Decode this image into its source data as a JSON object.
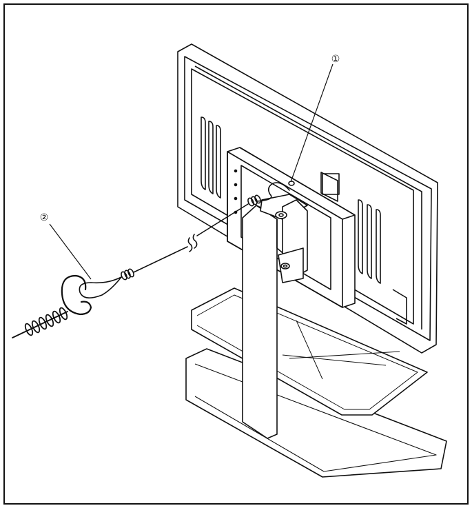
{
  "callouts": [
    {
      "id": "1",
      "label": "①"
    },
    {
      "id": "2",
      "label": "②"
    }
  ],
  "colors": {
    "line": "#111111",
    "background": "#ffffff"
  }
}
